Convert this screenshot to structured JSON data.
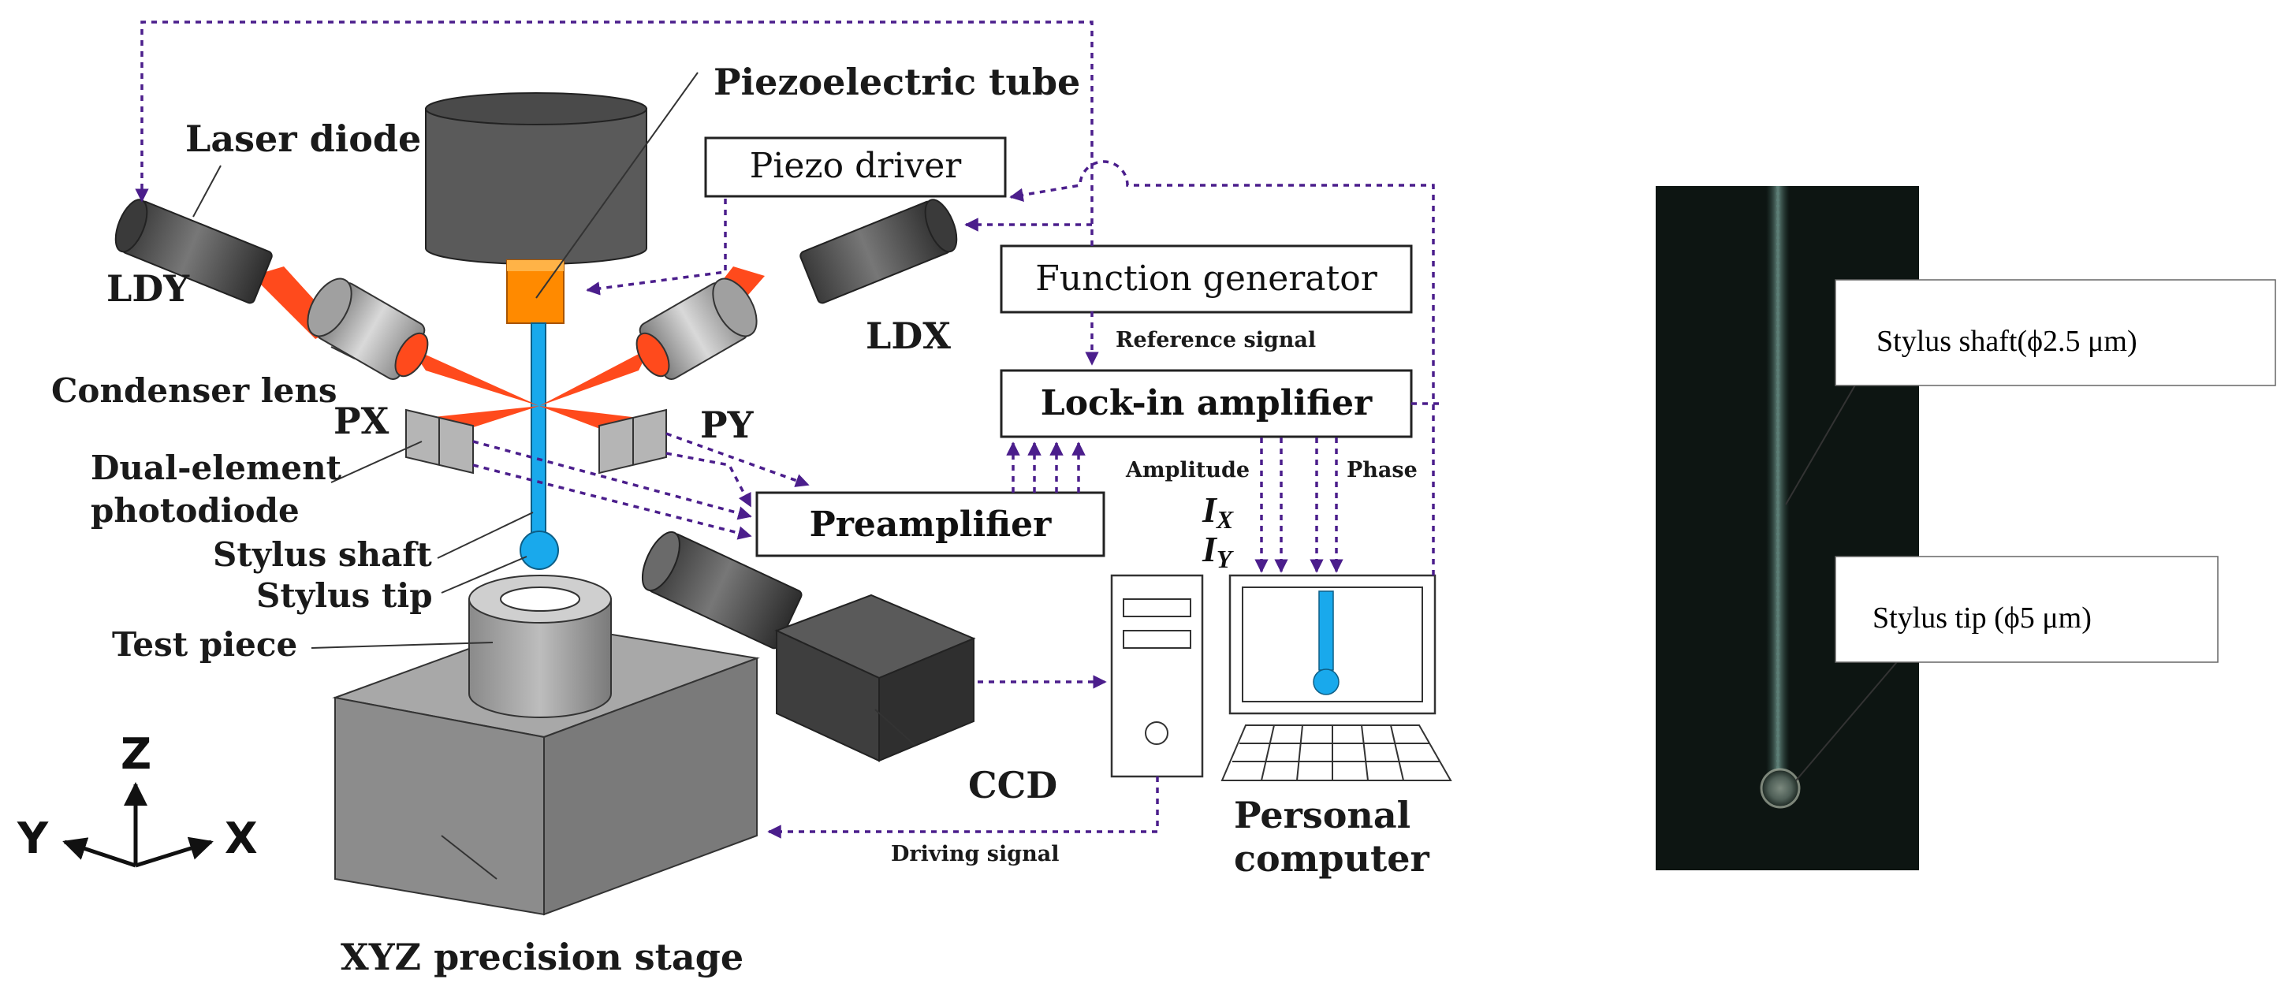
{
  "colors": {
    "signal_line": "#4b1e8c",
    "laser_beam": "#ff4a1c",
    "stylus": "#19a9ec",
    "piezo_actuator": "#ff8a00",
    "photo_background": "#0d1512"
  },
  "components": {
    "piezoelectric_tube": "Piezoelectric tube",
    "laser_diode": "Laser diode",
    "piezo_driver": "Piezo driver",
    "ldy": "LDY",
    "ldx": "LDX",
    "function_generator": "Function generator",
    "reference_signal": "Reference signal",
    "condenser_lens": "Condenser lens",
    "px": "PX",
    "py": "PY",
    "lock_in_amplifier": "Lock-in amplifier",
    "dual_element_line1": "Dual-element",
    "dual_element_line2": "photodiode",
    "amplitude": "Amplitude",
    "phase": "Phase",
    "preamplifier": "Preamplifier",
    "stylus_shaft": "Stylus shaft",
    "stylus_tip": "Stylus tip",
    "ix": "I",
    "ix_sub": "X",
    "iy": "I",
    "iy_sub": "Y",
    "test_piece": "Test piece",
    "ccd": "CCD",
    "driving_signal": "Driving signal",
    "personal_computer_line1": "Personal",
    "personal_computer_line2": "computer",
    "xyz_stage": "XYZ precision stage"
  },
  "axes": {
    "z": "Z",
    "y": "Y",
    "x": "X"
  },
  "photo": {
    "shaft_label": "Stylus shaft(ϕ2.5 μm)",
    "tip_label": "Stylus tip (ϕ5 μm)"
  }
}
